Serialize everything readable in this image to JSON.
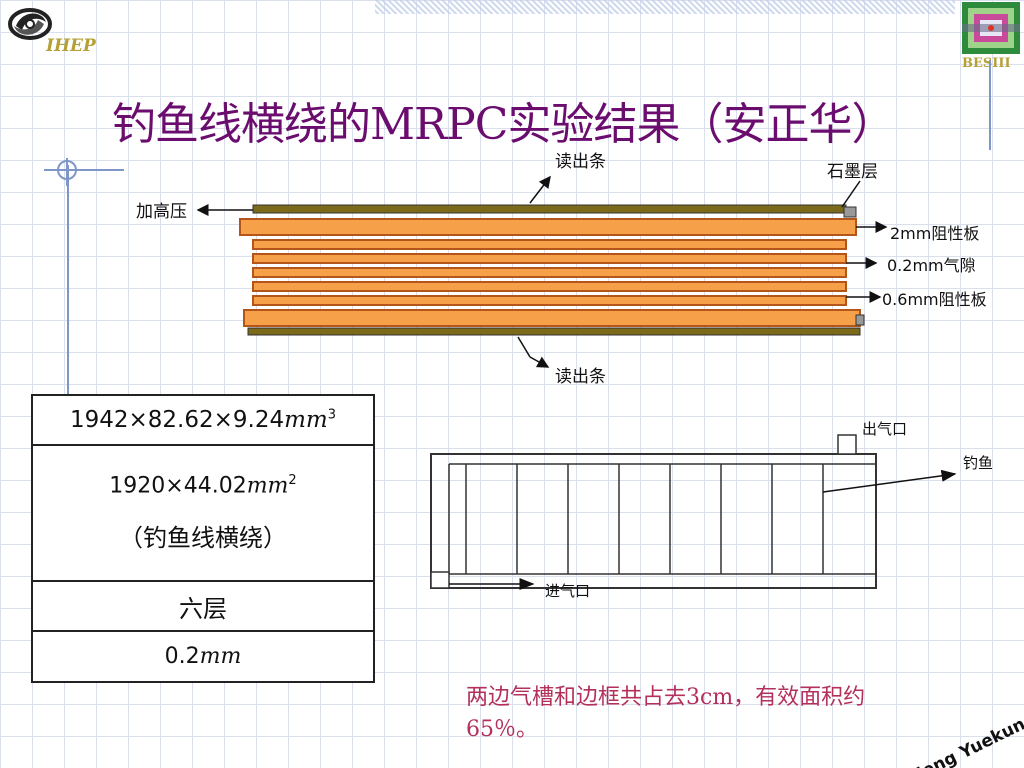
{
  "slide": {
    "title": "钓鱼线横绕的MRPC实验结果（安正华）",
    "logo_left": "IHEP",
    "logo_right": "BESIII",
    "signature": "Heng Yuekun"
  },
  "cross_section": {
    "label_readout_top": "读出条",
    "label_graphite": "石墨层",
    "label_hv": "加高压",
    "label_2mm_plate": "2mm阻性板",
    "label_gap": "0.2mm气隙",
    "label_06mm_plate": "0.6mm阻性板",
    "label_readout_bottom": "读出条"
  },
  "spec_table": {
    "row1_prefix": "1942×82.62×9.24",
    "row1_unit": "mm",
    "row1_sup": "3",
    "row2_prefix": "1920×44.02",
    "row2_unit": "mm",
    "row2_sup": "2",
    "row2_line2": "（钓鱼线横绕）",
    "row3": "六层",
    "row4_value": "0.2",
    "row4_unit": "mm"
  },
  "top_view": {
    "label_outlet": "出气口",
    "label_fishline": "钓鱼",
    "label_inlet": "进气口"
  },
  "note": "两边气槽和边框共占去3cm，有效面积约65％。",
  "colors": {
    "title": "#6a0d6e",
    "note": "#b3305a",
    "plate_orange": "#f7a04a",
    "plate_edge": "#b4561a",
    "readout_strip": "#7a6a1a",
    "accent_lines": "#7f96c8"
  }
}
